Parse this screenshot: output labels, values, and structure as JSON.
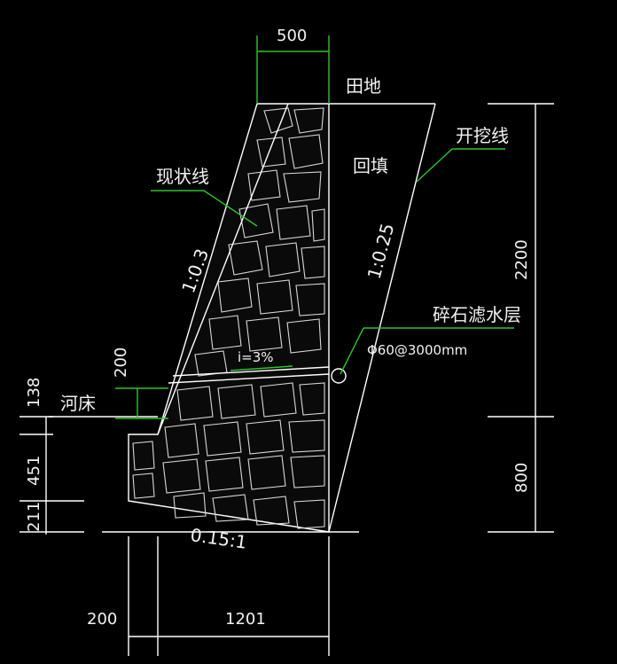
{
  "drawing": {
    "top_width_dim": "500",
    "field_label": "田地",
    "backfill_label": "回填",
    "excavation_label": "开挖线",
    "existing_line_label": "现状线",
    "front_slope_label": "1:0.3",
    "back_slope_label": "1:0.25",
    "gravel_label": "碎石滤水层",
    "pipe_label": "Φ60@3000mm",
    "grade_label": "i=3%",
    "riverbed_label": "河床",
    "base_slope_label": "0.15:1",
    "dim_2200": "2200",
    "dim_800": "800",
    "dim_200_left": "200",
    "dim_138": "138",
    "dim_451": "451",
    "dim_211": "211",
    "dim_200_bottom": "200",
    "dim_1201": "1201"
  },
  "colors": {
    "background": "#000000",
    "linework": "#ffffff",
    "leader": "#2ec52e"
  }
}
